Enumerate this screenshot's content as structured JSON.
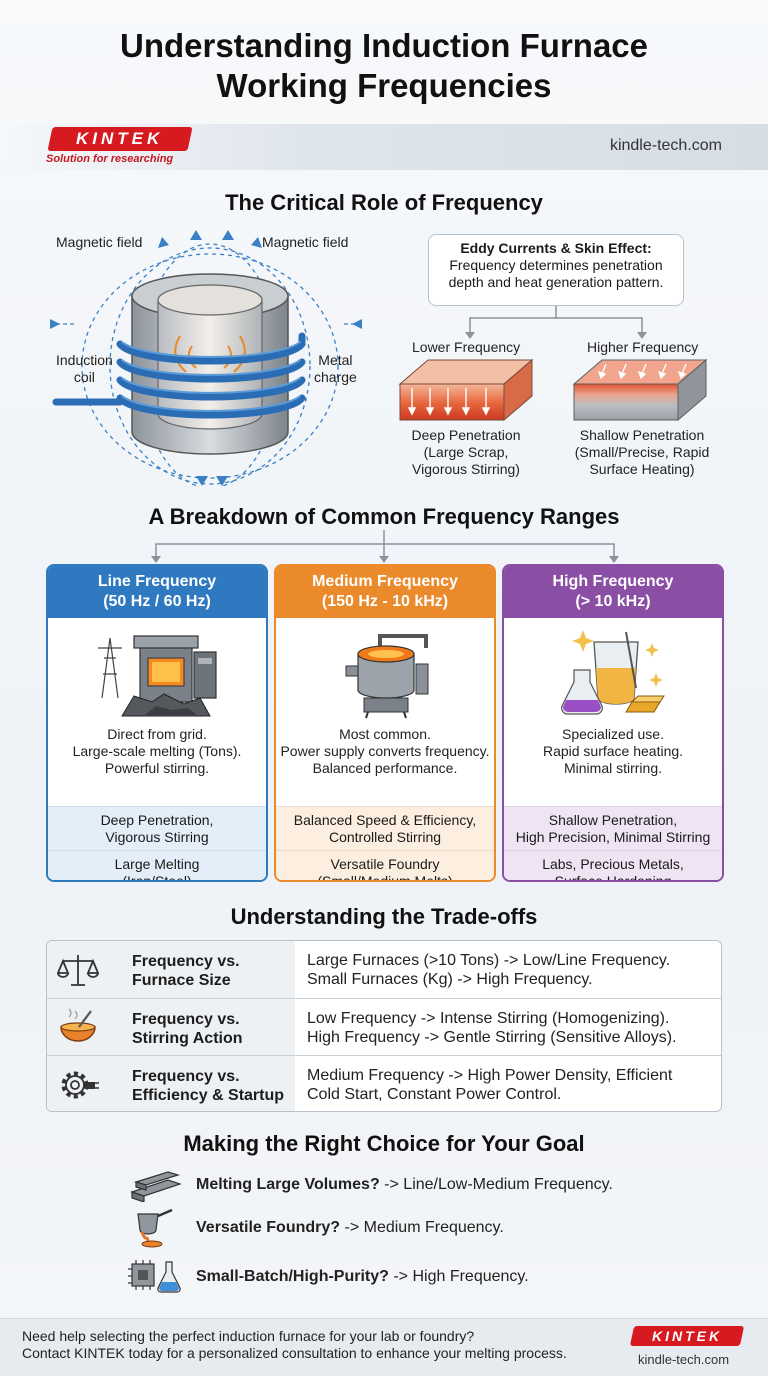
{
  "header": {
    "title_line1": "Understanding Induction Furnace",
    "title_line2": "Working Frequencies",
    "brand_logo": "KINTEK",
    "tagline": "Solution for researching",
    "site_url": "kindle-tech.com"
  },
  "role": {
    "heading": "The Critical Role of Frequency",
    "magnetic_field_left": "Magnetic field",
    "magnetic_field_right": "Magnetic field",
    "induction_coil_l1": "Induction",
    "induction_coil_l2": "coil",
    "metal_charge_l1": "Metal",
    "metal_charge_l2": "charge",
    "callout_title": "Eddy Currents & Skin Effect:",
    "callout_l1": "Frequency determines penetration",
    "callout_l2": "depth and heat generation pattern.",
    "lower_label": "Lower Frequency",
    "higher_label": "Higher Frequency",
    "lower_desc_l1": "Deep Penetration",
    "lower_desc_l2": "(Large Scrap,",
    "lower_desc_l3": "Vigorous Stirring)",
    "higher_desc_l1": "Shallow Penetration",
    "higher_desc_l2": "(Small/Precise, Rapid",
    "higher_desc_l3": "Surface Heating)"
  },
  "ranges": {
    "heading": "A Breakdown of Common Frequency Ranges",
    "columns": [
      {
        "title": "Line Frequency",
        "range": "(50 Hz / 60 Hz)",
        "color": "#2f79c0",
        "light": "#e3eef8",
        "icon": "grid-furnace-icon",
        "desc": [
          "Direct from grid.",
          "Large-scale melting (Tons).",
          "Powerful stirring."
        ],
        "band1": [
          "Deep Penetration,",
          "Vigorous Stirring"
        ],
        "band2": [
          "Large Melting",
          "(Iron/Steel)"
        ]
      },
      {
        "title": "Medium Frequency",
        "range": "(150 Hz - 10 kHz)",
        "color": "#ea8a2a",
        "light": "#fcefdf",
        "icon": "crucible-furnace-icon",
        "desc": [
          "Most common.",
          "Power supply converts frequency.",
          "Balanced performance."
        ],
        "band1": [
          "Balanced Speed & Efficiency,",
          "Controlled Stirring"
        ],
        "band2": [
          "Versatile Foundry",
          "(Small/Medium Melts)"
        ]
      },
      {
        "title": "High Frequency",
        "range": "(> 10 kHz)",
        "color": "#8a4ea5",
        "light": "#efe4f4",
        "icon": "lab-beaker-icon",
        "desc": [
          "Specialized use.",
          "Rapid surface heating.",
          "Minimal stirring."
        ],
        "band1": [
          "Shallow Penetration,",
          "High Precision, Minimal Stirring"
        ],
        "band2": [
          "Labs, Precious Metals,",
          "Surface Hardening"
        ]
      }
    ]
  },
  "tradeoffs": {
    "heading": "Understanding the Trade-offs",
    "rows": [
      {
        "icon": "balance-scale-icon",
        "label_l1": "Frequency vs.",
        "label_l2": "Furnace Size",
        "text_l1": "Large Furnaces (>10 Tons) -> Low/Line Frequency.",
        "text_l2": "Small Furnaces (Kg) -> High Frequency."
      },
      {
        "icon": "stirring-bowl-icon",
        "label_l1": "Frequency vs.",
        "label_l2": "Stirring Action",
        "text_l1": "Low Frequency -> Intense Stirring (Homogenizing).",
        "text_l2": "High Frequency -> Gentle Stirring (Sensitive Alloys)."
      },
      {
        "icon": "gear-plug-icon",
        "label_l1": "Frequency vs.",
        "label_l2": "Efficiency & Startup",
        "text_l1": "Medium Frequency -> High Power Density, Efficient",
        "text_l2": "Cold Start, Constant Power Control."
      }
    ]
  },
  "choices": {
    "heading": "Making the Right Choice for Your Goal",
    "items": [
      {
        "icon": "steel-beams-icon",
        "bold": "Melting Large Volumes?",
        "rest": " -> Line/Low-Medium Frequency."
      },
      {
        "icon": "pouring-ladle-icon",
        "bold": "Versatile Foundry?",
        "rest": " -> Medium Frequency."
      },
      {
        "icon": "chip-flask-icon",
        "bold": "Small-Batch/High-Purity?",
        "rest": " -> High Frequency."
      }
    ]
  },
  "footer": {
    "line1": "Need help selecting the perfect induction furnace for your lab or foundry?",
    "line2": "Contact KINTEK today for a personalized consultation to enhance your melting process.",
    "logo": "KINTEK",
    "url": "kindle-tech.com"
  }
}
